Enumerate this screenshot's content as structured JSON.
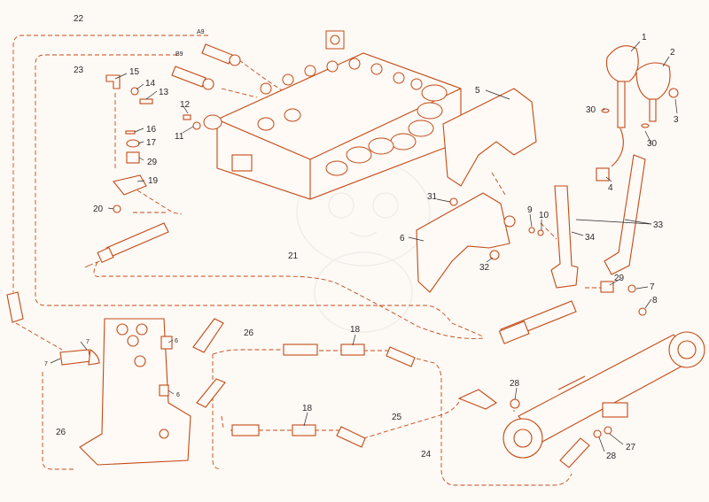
{
  "diagram": {
    "accent_color": "#c24a16",
    "background": "#fdf9f5",
    "watermark": "cartoon-dragon-mascot",
    "callouts": [
      {
        "id": "c1",
        "text": "1"
      },
      {
        "id": "c2",
        "text": "2"
      },
      {
        "id": "c3",
        "text": "3"
      },
      {
        "id": "c4",
        "text": "4"
      },
      {
        "id": "c5",
        "text": "5"
      },
      {
        "id": "c6",
        "text": "6"
      },
      {
        "id": "c6a",
        "text": "6"
      },
      {
        "id": "c6b",
        "text": "6"
      },
      {
        "id": "c7",
        "text": "7"
      },
      {
        "id": "c7a",
        "text": "7"
      },
      {
        "id": "c7b",
        "text": "7"
      },
      {
        "id": "c8",
        "text": "8"
      },
      {
        "id": "c9",
        "text": "9"
      },
      {
        "id": "c10",
        "text": "10"
      },
      {
        "id": "c11",
        "text": "11"
      },
      {
        "id": "c12",
        "text": "12"
      },
      {
        "id": "c13",
        "text": "13"
      },
      {
        "id": "c14",
        "text": "14"
      },
      {
        "id": "c15",
        "text": "15"
      },
      {
        "id": "c16",
        "text": "16"
      },
      {
        "id": "c17",
        "text": "17"
      },
      {
        "id": "c18",
        "text": "18"
      },
      {
        "id": "c18a",
        "text": "18"
      },
      {
        "id": "c19",
        "text": "19"
      },
      {
        "id": "c20",
        "text": "20"
      },
      {
        "id": "c21",
        "text": "21"
      },
      {
        "id": "c22",
        "text": "22"
      },
      {
        "id": "c23",
        "text": "23"
      },
      {
        "id": "c24",
        "text": "24"
      },
      {
        "id": "c25",
        "text": "25"
      },
      {
        "id": "c26",
        "text": "26"
      },
      {
        "id": "c26a",
        "text": "26"
      },
      {
        "id": "c27",
        "text": "27"
      },
      {
        "id": "c28",
        "text": "28"
      },
      {
        "id": "c28a",
        "text": "28"
      },
      {
        "id": "c29",
        "text": "29"
      },
      {
        "id": "c29a",
        "text": "29"
      },
      {
        "id": "c30",
        "text": "30"
      },
      {
        "id": "c30a",
        "text": "30"
      },
      {
        "id": "c31",
        "text": "31"
      },
      {
        "id": "c32",
        "text": "32"
      },
      {
        "id": "c33",
        "text": "33"
      },
      {
        "id": "c34",
        "text": "34"
      }
    ],
    "port_labels": {
      "a9": "A9",
      "b9": "B9"
    }
  }
}
